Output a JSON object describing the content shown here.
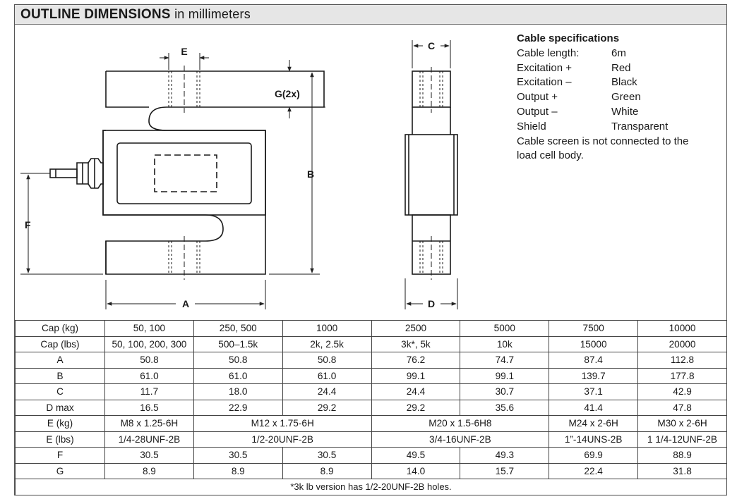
{
  "header": {
    "title_bold": "OUTLINE DIMENSIONS",
    "title_rest": "in millimeters"
  },
  "drawing_labels": {
    "E": "E",
    "G": "G(2x)",
    "B": "B",
    "F": "F",
    "A": "A",
    "C": "C",
    "D": "D"
  },
  "cable_spec": {
    "heading": "Cable specifications",
    "rows": [
      {
        "key": "Cable length:",
        "value": "6m"
      },
      {
        "key": "Excitation +",
        "value": "Red"
      },
      {
        "key": "Excitation –",
        "value": "Black"
      },
      {
        "key": "Output +",
        "value": "Green"
      },
      {
        "key": "Output –",
        "value": "White"
      },
      {
        "key": "Shield",
        "value": "Transparent"
      }
    ],
    "note": "Cable screen is not connected to the load cell body."
  },
  "table": {
    "rows": [
      {
        "head": "Cap (kg)",
        "cells": [
          [
            "50, 100",
            1
          ],
          [
            "250, 500",
            1
          ],
          [
            "1000",
            1
          ],
          [
            "2500",
            1
          ],
          [
            "5000",
            1
          ],
          [
            "7500",
            1
          ],
          [
            "10000",
            1
          ]
        ]
      },
      {
        "head": "Cap (lbs)",
        "cells": [
          [
            "50, 100, 200, 300",
            1
          ],
          [
            "500–1.5k",
            1
          ],
          [
            "2k, 2.5k",
            1
          ],
          [
            "3k*, 5k",
            1
          ],
          [
            "10k",
            1
          ],
          [
            "15000",
            1
          ],
          [
            "20000",
            1
          ]
        ]
      },
      {
        "head": "A",
        "cells": [
          [
            "50.8",
            1
          ],
          [
            "50.8",
            1
          ],
          [
            "50.8",
            1
          ],
          [
            "76.2",
            1
          ],
          [
            "74.7",
            1
          ],
          [
            "87.4",
            1
          ],
          [
            "112.8",
            1
          ]
        ]
      },
      {
        "head": "B",
        "cells": [
          [
            "61.0",
            1
          ],
          [
            "61.0",
            1
          ],
          [
            "61.0",
            1
          ],
          [
            "99.1",
            1
          ],
          [
            "99.1",
            1
          ],
          [
            "139.7",
            1
          ],
          [
            "177.8",
            1
          ]
        ]
      },
      {
        "head": "C",
        "cells": [
          [
            "11.7",
            1
          ],
          [
            "18.0",
            1
          ],
          [
            "24.4",
            1
          ],
          [
            "24.4",
            1
          ],
          [
            "30.7",
            1
          ],
          [
            "37.1",
            1
          ],
          [
            "42.9",
            1
          ]
        ]
      },
      {
        "head": "D max",
        "cells": [
          [
            "16.5",
            1
          ],
          [
            "22.9",
            1
          ],
          [
            "29.2",
            1
          ],
          [
            "29.2",
            1
          ],
          [
            "35.6",
            1
          ],
          [
            "41.4",
            1
          ],
          [
            "47.8",
            1
          ]
        ]
      },
      {
        "head": "E (kg)",
        "cells": [
          [
            "M8 x 1.25-6H",
            1
          ],
          [
            "M12 x 1.75-6H",
            2
          ],
          [
            "M20 x 1.5-6H8",
            2
          ],
          [
            "M24 x 2-6H",
            1
          ],
          [
            "M30 x 2-6H",
            1
          ]
        ]
      },
      {
        "head": "E (lbs)",
        "cells": [
          [
            "1/4-28UNF-2B",
            1
          ],
          [
            "1/2-20UNF-2B",
            2
          ],
          [
            "3/4-16UNF-2B",
            2
          ],
          [
            "1”-14UNS-2B",
            1
          ],
          [
            "1 1/4-12UNF-2B",
            1
          ]
        ]
      },
      {
        "head": "F",
        "cells": [
          [
            "30.5",
            1
          ],
          [
            "30.5",
            1
          ],
          [
            "30.5",
            1
          ],
          [
            "49.5",
            1
          ],
          [
            "49.3",
            1
          ],
          [
            "69.9",
            1
          ],
          [
            "88.9",
            1
          ]
        ]
      },
      {
        "head": "G",
        "cells": [
          [
            "8.9",
            1
          ],
          [
            "8.9",
            1
          ],
          [
            "8.9",
            1
          ],
          [
            "14.0",
            1
          ],
          [
            "15.7",
            1
          ],
          [
            "22.4",
            1
          ],
          [
            "31.8",
            1
          ]
        ]
      }
    ],
    "footnote": "*3k lb version has 1/2-20UNF-2B holes."
  }
}
